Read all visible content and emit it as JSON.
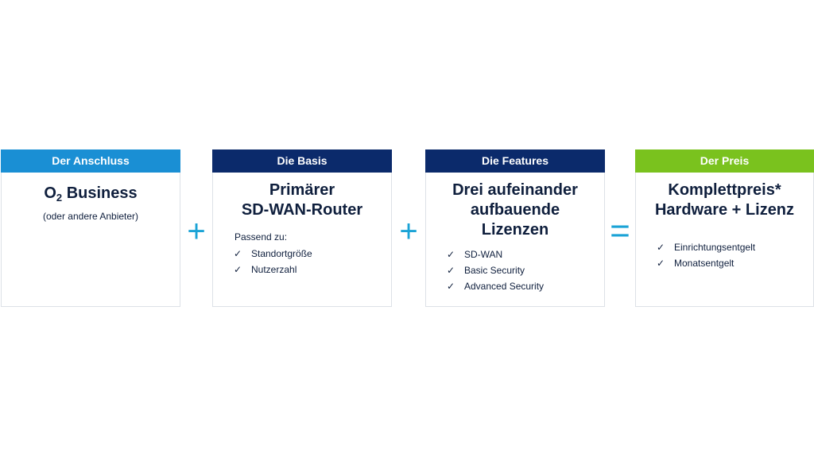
{
  "colors": {
    "anschluss": "#1a8fd4",
    "basis": "#0b2a6b",
    "features": "#0b2a6b",
    "preis": "#7ac21e",
    "operator": "#1aa3d6"
  },
  "cards": [
    {
      "header": "Der Anschluss",
      "title_prefix": "O",
      "title_sub": "2",
      "title_suffix": " Business",
      "subtitle": "(oder andere Anbieter)"
    },
    {
      "header": "Die Basis",
      "title_line1": "Primärer",
      "title_line2": "SD-WAN-Router",
      "list_head": "Passend zu:",
      "items": [
        "Standortgröße",
        "Nutzerzahl"
      ]
    },
    {
      "header": "Die Features",
      "title_line1": "Drei aufeinander",
      "title_line2": "aufbauende",
      "title_line3": "Lizenzen",
      "items": [
        "SD-WAN",
        "Basic Security",
        "Advanced Security"
      ]
    },
    {
      "header": "Der Preis",
      "title_line1": "Komplettpreis*",
      "title_line2": "Hardware + Lizenz",
      "items": [
        "Einrichtungsentgelt",
        "Monatsentgelt"
      ]
    }
  ],
  "operators": [
    "+",
    "+",
    "="
  ],
  "check_icon": "check-icon"
}
